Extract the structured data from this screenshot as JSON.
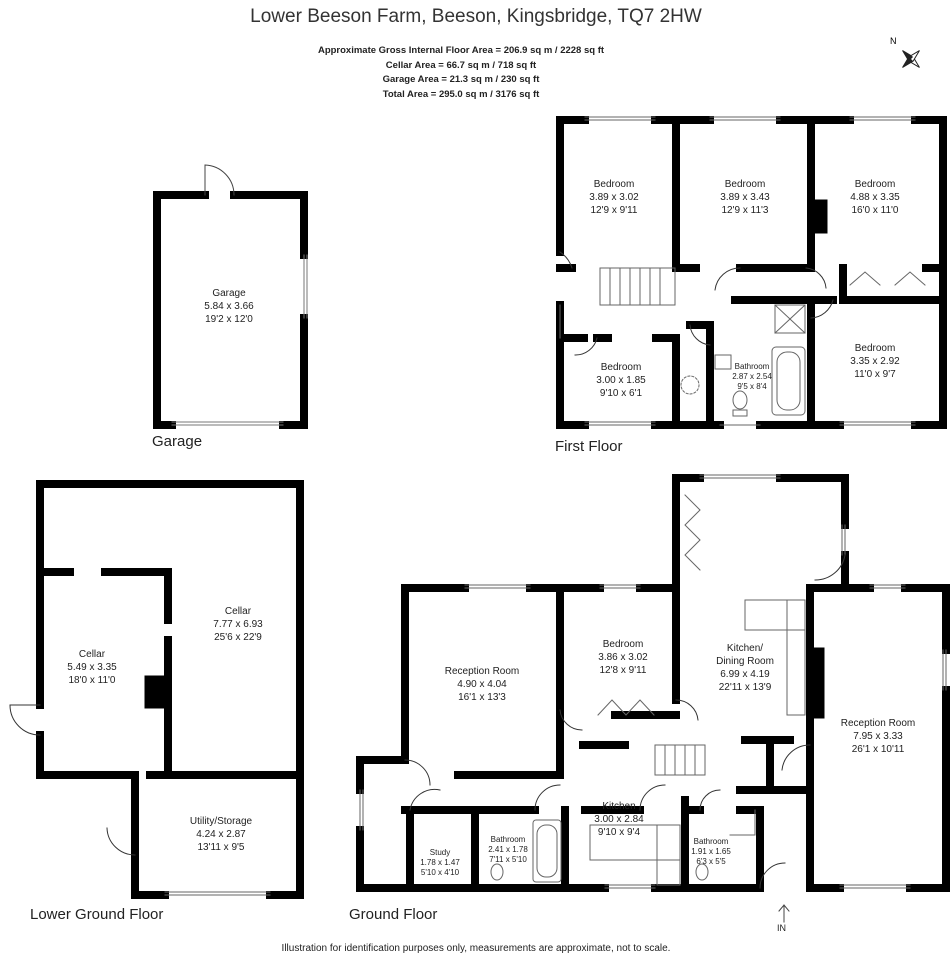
{
  "title": "Lower Beeson Farm, Beeson, Kingsbridge, TQ7 2HW",
  "areas": [
    "Approximate Gross Internal Floor Area  = 206.9 sq m  / 2228 sq ft",
    "Cellar Area = 66.7 sq m  / 718 sq ft",
    "Garage Area = 21.3 sq m  / 230 sq ft",
    "Total Area = 295.0 sq m  /  3176 sq ft"
  ],
  "compass": "N",
  "floors": {
    "garage": "Garage",
    "first": "First Floor",
    "lower_ground": "Lower Ground Floor",
    "ground": "Ground Floor"
  },
  "rooms": {
    "garage": {
      "name": "Garage",
      "metric": "5.84 x 3.66",
      "imperial": "19'2 x 12'0"
    },
    "ff_bed1": {
      "name": "Bedroom",
      "metric": "3.89 x 3.02",
      "imperial": "12'9 x 9'11"
    },
    "ff_bed2": {
      "name": "Bedroom",
      "metric": "3.89 x 3.43",
      "imperial": "12'9 x 11'3"
    },
    "ff_bed3": {
      "name": "Bedroom",
      "metric": "4.88 x 3.35",
      "imperial": "16'0 x 11'0"
    },
    "ff_bed4": {
      "name": "Bedroom",
      "metric": "3.00 x 1.85",
      "imperial": "9'10 x 6'1"
    },
    "ff_bath": {
      "name": "Bathroom",
      "metric": "2.87 x 2.54",
      "imperial": "9'5 x 8'4"
    },
    "ff_bed5": {
      "name": "Bedroom",
      "metric": "3.35 x 2.92",
      "imperial": "11'0 x 9'7"
    },
    "cellar_small": {
      "name": "Cellar",
      "metric": "5.49 x 3.35",
      "imperial": "18'0 x 11'0"
    },
    "cellar_large": {
      "name": "Cellar",
      "metric": "7.77 x 6.93",
      "imperial": "25'6 x 22'9"
    },
    "utility": {
      "name": "Utility/Storage",
      "metric": "4.24 x 2.87",
      "imperial": "13'11 x 9'5"
    },
    "gf_reception1": {
      "name": "Reception Room",
      "metric": "4.90 x 4.04",
      "imperial": "16'1 x 13'3"
    },
    "gf_bedroom": {
      "name": "Bedroom",
      "metric": "3.86 x 3.02",
      "imperial": "12'8 x 9'11"
    },
    "gf_kitchen_dining": {
      "name": "Kitchen/",
      "name2": "Dining Room",
      "metric": "6.99 x 4.19",
      "imperial": "22'11 x 13'9"
    },
    "gf_reception2": {
      "name": "Reception Room",
      "metric": "7.95 x 3.33",
      "imperial": "26'1 x 10'11"
    },
    "gf_kitchen": {
      "name": "Kitchen",
      "metric": "3.00 x 2.84",
      "imperial": "9'10 x 9'4"
    },
    "gf_study": {
      "name": "Study",
      "metric": "1.78 x 1.47",
      "imperial": "5'10 x 4'10"
    },
    "gf_bath1": {
      "name": "Bathroom",
      "metric": "2.41 x 1.78",
      "imperial": "7'11 x 5'10"
    },
    "gf_bath2": {
      "name": "Bathroom",
      "metric": "1.91 x 1.65",
      "imperial": "6'3 x 5'5"
    }
  },
  "entrance": "IN",
  "footer": "Illustration for identification purposes only, measurements are approximate, not to scale."
}
